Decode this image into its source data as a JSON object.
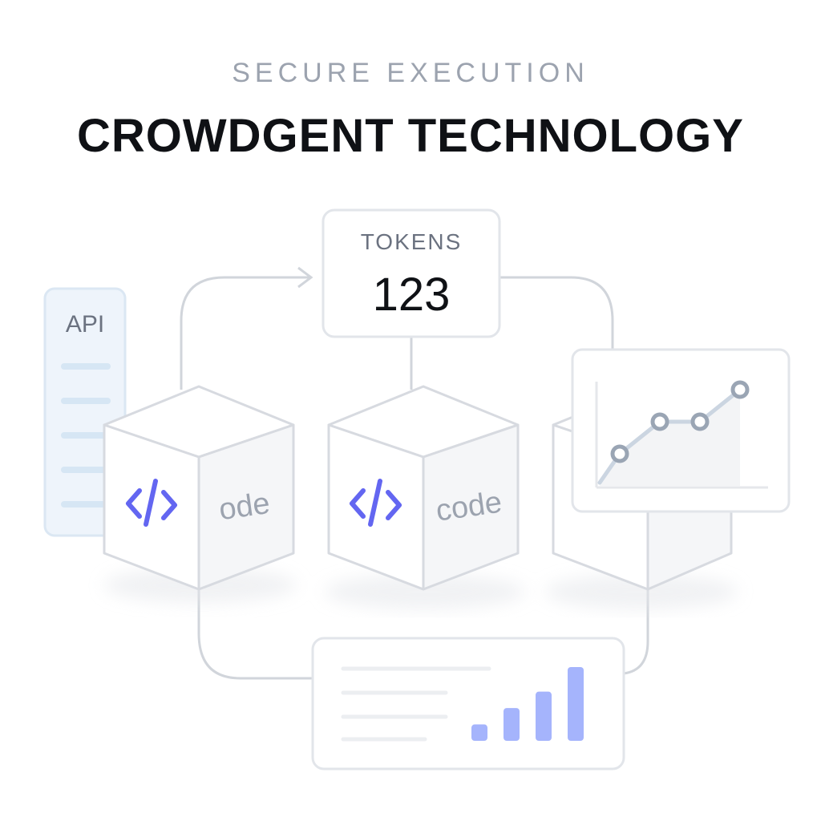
{
  "header": {
    "eyebrow": "SECURE EXECUTION",
    "title": "CROWDGENT TECHNOLOGY"
  },
  "tokens": {
    "label": "TOKENS",
    "value": "123"
  },
  "api": {
    "label": "API"
  },
  "cubes": [
    {
      "icon": "code-brackets-icon",
      "text": "ode"
    },
    {
      "icon": "code-brackets-icon",
      "text": "code"
    }
  ],
  "colors": {
    "accent": "#6366f1",
    "bar": "#a5b4fc",
    "line": "#cbd5e1",
    "panel_border": "#e2e5ea",
    "api_panel": "#eef4fb",
    "muted_text": "#9ca3af"
  },
  "line_chart": {
    "points": [
      2,
      4,
      4,
      6
    ]
  },
  "bar_chart": {
    "values": [
      1,
      2,
      3,
      4.5
    ]
  }
}
